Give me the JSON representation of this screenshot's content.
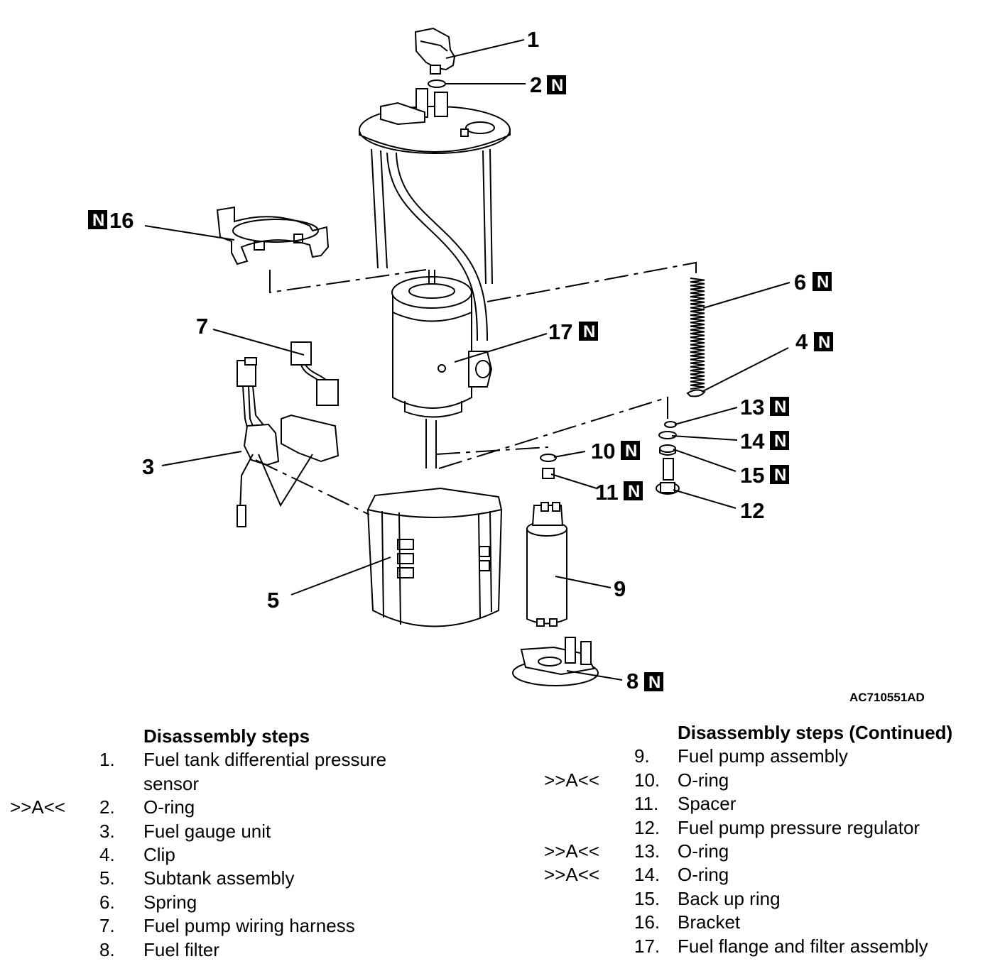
{
  "diagram": {
    "figure_id": "AC710551AD",
    "new_part_mark": "N",
    "callouts": [
      {
        "label": "1",
        "new": false
      },
      {
        "label": "2",
        "new": true
      },
      {
        "label": "3",
        "new": false
      },
      {
        "label": "4",
        "new": true
      },
      {
        "label": "5",
        "new": false
      },
      {
        "label": "6",
        "new": true
      },
      {
        "label": "7",
        "new": false
      },
      {
        "label": "8",
        "new": true
      },
      {
        "label": "9",
        "new": false
      },
      {
        "label": "10",
        "new": true
      },
      {
        "label": "11",
        "new": true
      },
      {
        "label": "12",
        "new": false
      },
      {
        "label": "13",
        "new": true
      },
      {
        "label": "14",
        "new": true
      },
      {
        "label": "15",
        "new": true
      },
      {
        "label": "16",
        "new": true
      },
      {
        "label": "17",
        "new": true
      }
    ]
  },
  "steps_left": {
    "heading": "Disassembly steps",
    "rows": [
      {
        "mark": "",
        "num": "1.",
        "text": "Fuel tank differential pressure"
      },
      {
        "mark": "",
        "num": "",
        "text": "sensor"
      },
      {
        "mark": ">>A<<",
        "num": "2.",
        "text": "O-ring"
      },
      {
        "mark": "",
        "num": "3.",
        "text": "Fuel gauge unit"
      },
      {
        "mark": "",
        "num": "4.",
        "text": "Clip"
      },
      {
        "mark": "",
        "num": "5.",
        "text": "Subtank assembly"
      },
      {
        "mark": "",
        "num": "6.",
        "text": "Spring"
      },
      {
        "mark": "",
        "num": "7.",
        "text": "Fuel pump wiring harness"
      },
      {
        "mark": "",
        "num": "8.",
        "text": "Fuel filter"
      }
    ]
  },
  "steps_right": {
    "heading": "Disassembly steps (Continued)",
    "rows": [
      {
        "mark": "",
        "num": "9.",
        "text": "Fuel pump assembly"
      },
      {
        "mark": ">>A<<",
        "num": "10.",
        "text": "O-ring"
      },
      {
        "mark": "",
        "num": "11.",
        "text": "Spacer"
      },
      {
        "mark": "",
        "num": "12.",
        "text": "Fuel pump pressure regulator"
      },
      {
        "mark": ">>A<<",
        "num": "13.",
        "text": "O-ring"
      },
      {
        "mark": ">>A<<",
        "num": "14.",
        "text": "O-ring"
      },
      {
        "mark": "",
        "num": "15.",
        "text": "Back up ring"
      },
      {
        "mark": "",
        "num": "16.",
        "text": "Bracket"
      },
      {
        "mark": "",
        "num": "17.",
        "text": "Fuel flange and filter assembly"
      }
    ]
  }
}
